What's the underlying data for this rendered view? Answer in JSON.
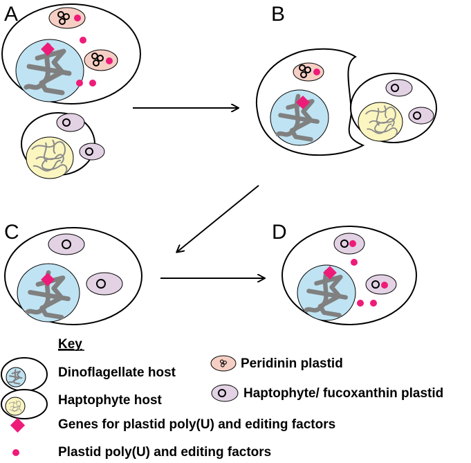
{
  "panels": {
    "a": "A",
    "b": "B",
    "c": "C",
    "d": "D"
  },
  "key": {
    "title": "Key",
    "dinoflagellate_host": "Dinoflagellate host",
    "haptophyte_host": "Haptophyte host",
    "peridinin_plastid": "Peridinin plastid",
    "haptophyte_plastid": "Haptophyte/ fucoxanthin plastid",
    "genes": "Genes for plastid poly(U) and editing factors",
    "factors": "Plastid poly(U) and editing factors"
  },
  "colors": {
    "dino_nucleus": "#bfe3f2",
    "hapto_nucleus": "#fbf5c0",
    "peridinin_plastid": "#f6cfc4",
    "haptophyte_plastid": "#e2d2e4",
    "factor_magenta": "#ee1c79",
    "dna_gray": "#808080"
  }
}
